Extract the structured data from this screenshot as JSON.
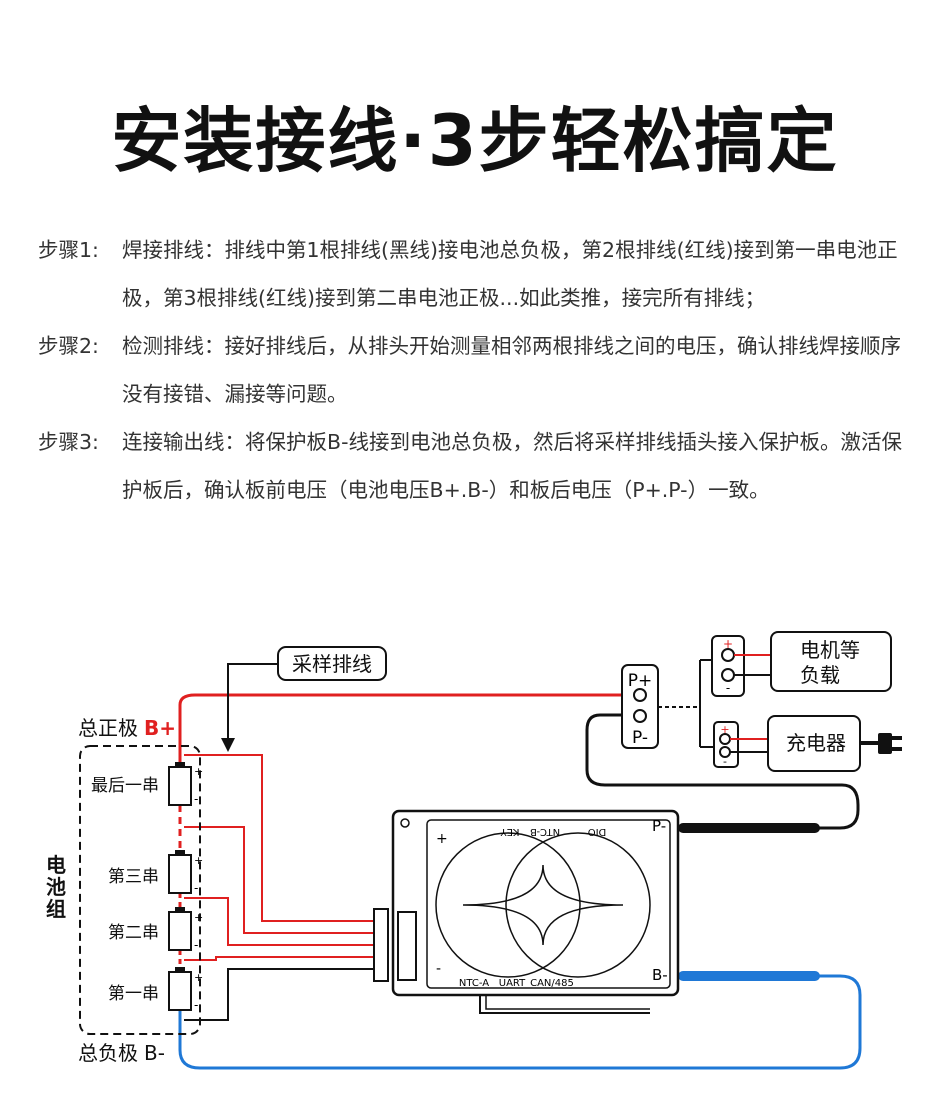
{
  "title": "安装接线·3步轻松搞定",
  "steps": [
    {
      "label": "步骤1:",
      "text": "焊接排线：排线中第1根排线(黑线)接电池总负极，第2根排线(红线)接到第一串电池正极，第3根排线(红线)接到第二串电池正极...如此类推，接完所有排线；"
    },
    {
      "label": "步骤2:",
      "text": "检测排线：接好排线后，从排头开始测量相邻两根排线之间的电压，确认排线焊接顺序没有接错、漏接等问题。"
    },
    {
      "label": "步骤3:",
      "text": "连接输出线：将保护板B-线接到电池总负极，然后将采样排线插头接入保护板。激活保护板后，确认板前电压（电池电压B+.B-）和板后电压（P+.P-）一致。"
    }
  ],
  "diagram": {
    "sampling_line": "采样排线",
    "total_positive": "总正极",
    "total_positive_tag": "B+",
    "total_negative": "总负极",
    "total_negative_tag": "B-",
    "battery_pack": [
      "电",
      "池",
      "组"
    ],
    "cells": [
      {
        "label": "最后一串"
      },
      {
        "label": "第三串"
      },
      {
        "label": "第二串"
      },
      {
        "label": "第一串"
      }
    ],
    "plus": "+",
    "minus": "-",
    "p_plus": "P+",
    "p_minus": "P-",
    "load": [
      "电机等",
      "负载"
    ],
    "charger": "充电器",
    "board": {
      "top_labels": [
        "NTC-B",
        "KEY",
        "DIO"
      ],
      "bottom_labels": [
        "NTC-A",
        "UART",
        "CAN/485"
      ],
      "p_minus": "P-",
      "b_minus": "B-",
      "plus": "+",
      "minus": "-"
    },
    "colors": {
      "red": "#e02020",
      "blue": "#1f78d6",
      "black": "#111111"
    }
  }
}
